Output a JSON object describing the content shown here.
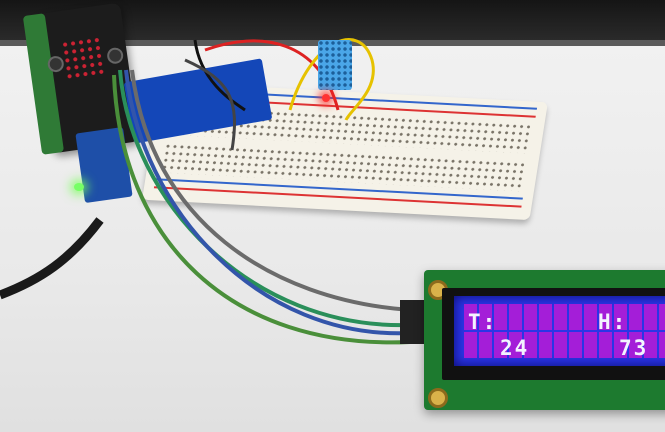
{
  "lcd": {
    "row1_temp_label": "T:",
    "row1_hum_label": "H:",
    "row2_temp_value": "24",
    "row2_hum_value": "73"
  },
  "colors": {
    "lcd_backlight": "#2b35e6",
    "lcd_pixels": "#b21bd6",
    "pcb_green": "#1d7a2f",
    "module_blue": "#1447b8",
    "sensor_blue": "#4aa6e8"
  }
}
